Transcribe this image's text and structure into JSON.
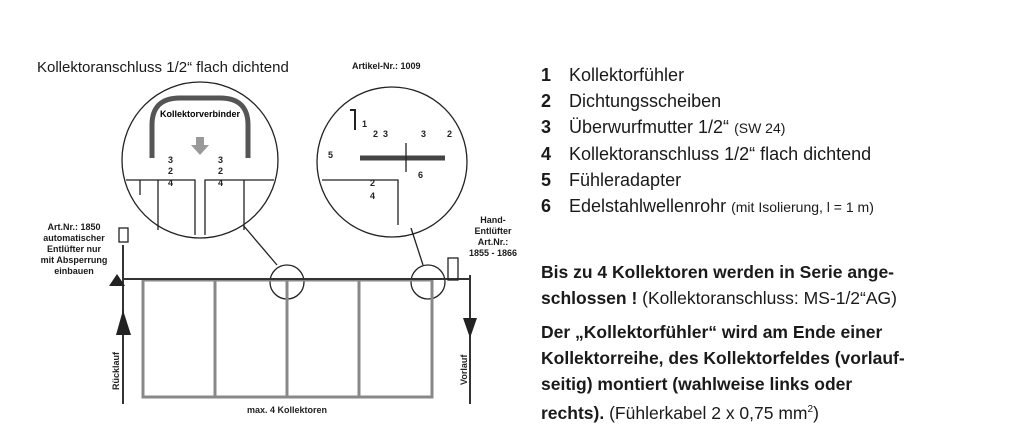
{
  "diagram": {
    "title": "Kollektoranschluss 1/2“ flach dichtend",
    "article": "Artikel-Nr.: 1009",
    "connector_label": "Kollektorverbinder",
    "callouts": [
      "1",
      "2",
      "3",
      "4",
      "5",
      "6"
    ],
    "left_vent": [
      "Art.Nr.: 1850",
      "automatischer",
      "Entlüfter nur",
      "mit Absperrung",
      "einbauen"
    ],
    "right_vent": [
      "Hand-",
      "Entlüfter",
      "Art.Nr.:",
      "1855 - 1866"
    ],
    "return_label": "Rücklauf",
    "flow_label": "Vorlauf",
    "bottom_label": "max. 4 Kollektoren"
  },
  "legend": [
    {
      "num": "1",
      "text": "Kollektorfühler",
      "note": ""
    },
    {
      "num": "2",
      "text": "Dichtungsscheiben",
      "note": ""
    },
    {
      "num": "3",
      "text": "Überwurfmutter 1/2“",
      "note": "(SW 24)"
    },
    {
      "num": "4",
      "text": "Kollektoranschluss 1/2“ flach dichtend",
      "note": ""
    },
    {
      "num": "5",
      "text": "Fühleradapter",
      "note": ""
    },
    {
      "num": "6",
      "text": "Edelstahlwellenrohr",
      "note": "(mit Isolierung, l = 1 m)"
    }
  ],
  "notes": {
    "p1_bold": "Bis zu 4 Kollektoren werden in Serie ange-schlossen !",
    "p1_line1": "Bis zu 4 Kollektoren werden in Serie ange-",
    "p1_line2": "schlossen !",
    "p1_normal": "(Kollektoranschluss: MS-1/2“AG)",
    "p2_lines": [
      "Der „Kollektorfühler“ wird am Ende einer",
      "Kollektorreihe, des Kollektorfeldes (vorlauf-",
      "seitig) montiert (wahlweise links oder",
      "rechts)."
    ],
    "p2_normal": "(Fühlerkabel 2 x 0,75 mm",
    "p2_sup": "2",
    "p2_end": ")"
  }
}
